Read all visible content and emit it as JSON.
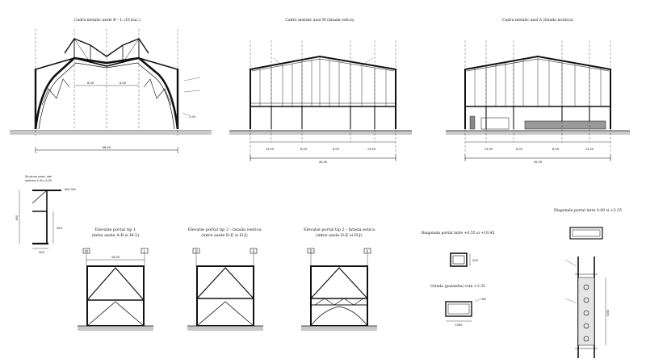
{
  "views": {
    "frame_b": {
      "title": "Cadru metalic axele B – L (10 buc.)",
      "dims": [
        "6,00",
        "6,00",
        "1,90",
        "48,00"
      ]
    },
    "frame_m": {
      "title": "Cadru metalic axul M (fatada estica)",
      "dims": [
        "13,50",
        "6,00",
        "6,00",
        "13,50",
        "45,00"
      ]
    },
    "frame_a": {
      "title": "Cadru metalic axul A (fatada nordica)",
      "dims": [
        "13,50",
        "6,00",
        "6,00",
        "13,50",
        "45,00"
      ]
    },
    "column_section": {
      "note_line1": "Structura cadru, otel",
      "note_line2": "sectiune 1,00 x 0,00",
      "label_top": "HEA 300",
      "dim_height": "900",
      "dim_side": "300",
      "dim_width": "300"
    },
    "portal1": {
      "title_line1": "Elevatie portal tip 1",
      "title_line2": "(intre axele A-B si M-L)",
      "axis_left": "M",
      "axis_right": "L",
      "dim_span": "18,00"
    },
    "portal2a": {
      "title_line1": "Elevatie portal tip 2 - fatada vestica",
      "title_line2": "(intre axele D-E si H-J)",
      "axis_left": "D",
      "axis_right": "E"
    },
    "portal2b": {
      "title_line1": "Elevatie portal tip 2 - fatada estica",
      "title_line2": "(intre axele D-E si H-J)",
      "axis_left": "D",
      "axis_right": "E"
    },
    "diag_section": {
      "title": "Diagonala portal intre +0.55 si +19.45",
      "dim": "200"
    },
    "girder": {
      "title": "Grinda (pazarela) cota +3.35",
      "dim_w": "1000",
      "dim_h": "300"
    },
    "diag_elev": {
      "title": "Diagonale portal intre 0.00 si +3.35",
      "dim_h": "3350"
    }
  }
}
